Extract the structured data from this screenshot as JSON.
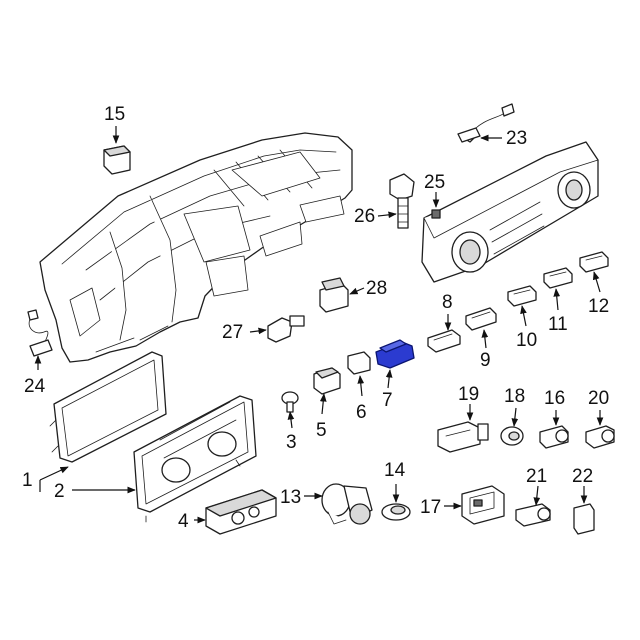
{
  "colors": {
    "background": "#ffffff",
    "line": "#1f1f1f",
    "highlight_fill": "#2b3bd0",
    "highlight_stroke": "#0b1570"
  },
  "callouts": [
    {
      "id": "15",
      "label": "15"
    },
    {
      "id": "23",
      "label": "23"
    },
    {
      "id": "25",
      "label": "25"
    },
    {
      "id": "26",
      "label": "26"
    },
    {
      "id": "28",
      "label": "28"
    },
    {
      "id": "27",
      "label": "27"
    },
    {
      "id": "24",
      "label": "24"
    },
    {
      "id": "8",
      "label": "8"
    },
    {
      "id": "9",
      "label": "9"
    },
    {
      "id": "10",
      "label": "10"
    },
    {
      "id": "11",
      "label": "11"
    },
    {
      "id": "12",
      "label": "12"
    },
    {
      "id": "7",
      "label": "7"
    },
    {
      "id": "6",
      "label": "6"
    },
    {
      "id": "5",
      "label": "5"
    },
    {
      "id": "3",
      "label": "3"
    },
    {
      "id": "1",
      "label": "1"
    },
    {
      "id": "2",
      "label": "2"
    },
    {
      "id": "4",
      "label": "4"
    },
    {
      "id": "13",
      "label": "13"
    },
    {
      "id": "14",
      "label": "14"
    },
    {
      "id": "17",
      "label": "17"
    },
    {
      "id": "19",
      "label": "19"
    },
    {
      "id": "18",
      "label": "18"
    },
    {
      "id": "16",
      "label": "16"
    },
    {
      "id": "20",
      "label": "20"
    },
    {
      "id": "21",
      "label": "21"
    },
    {
      "id": "22",
      "label": "22"
    }
  ],
  "highlighted_part": "7"
}
